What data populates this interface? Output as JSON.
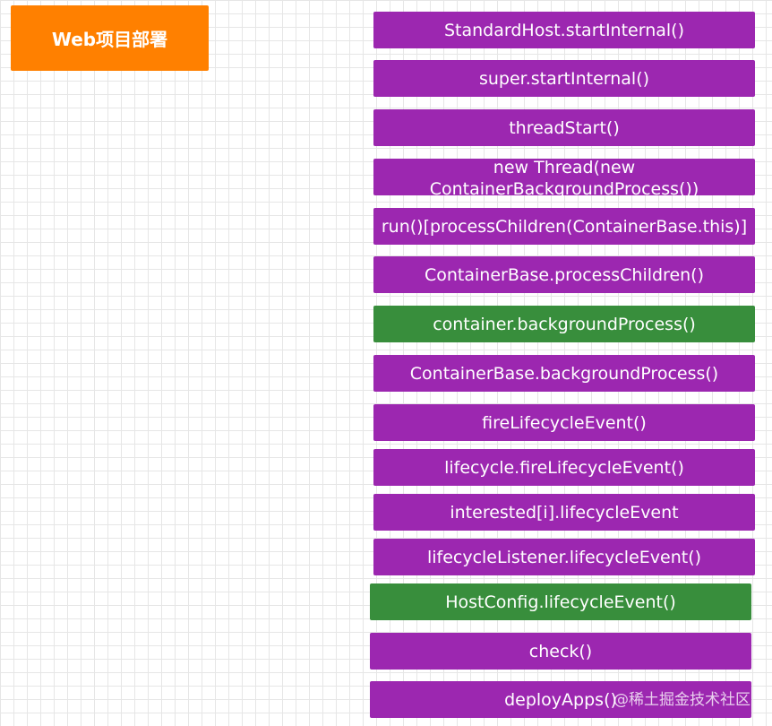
{
  "title": "Web项目部署",
  "steps": [
    {
      "label": "StandardHost.startInternal()",
      "color": "#9c27b0"
    },
    {
      "label": "super.startInternal()",
      "color": "#9c27b0"
    },
    {
      "label": "threadStart()",
      "color": "#9c27b0"
    },
    {
      "label": "new Thread(new ContainerBackgroundProcess())",
      "color": "#9c27b0"
    },
    {
      "label": "run()[processChildren(ContainerBase.this)]",
      "color": "#9c27b0"
    },
    {
      "label": "ContainerBase.processChildren()",
      "color": "#9c27b0"
    },
    {
      "label": "container.backgroundProcess()",
      "color": "#388e3c"
    },
    {
      "label": "ContainerBase.backgroundProcess()",
      "color": "#9c27b0"
    },
    {
      "label": "fireLifecycleEvent()",
      "color": "#9c27b0"
    },
    {
      "label": "lifecycle.fireLifecycleEvent()",
      "color": "#9c27b0"
    },
    {
      "label": "interested[i].lifecycleEvent",
      "color": "#9c27b0"
    },
    {
      "label": "lifecycleListener.lifecycleEvent()",
      "color": "#9c27b0"
    },
    {
      "label": "HostConfig.lifecycleEvent()",
      "color": "#388e3c"
    },
    {
      "label": "check()",
      "color": "#9c27b0"
    },
    {
      "label": "deployApps()",
      "color": "#9c27b0"
    }
  ],
  "watermark": "@稀土掘金技术社区"
}
